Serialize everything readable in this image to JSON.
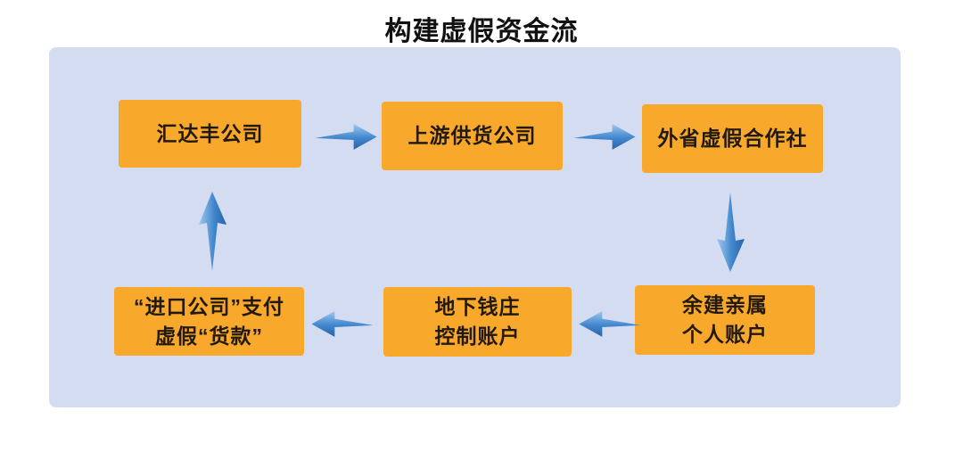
{
  "title": "构建虚假资金流",
  "colors": {
    "page_bg": "#ffffff",
    "panel_bg": "#d3dcf1",
    "node_bg": "#f8a92b",
    "node_text": "#221a10",
    "title_text": "#111111",
    "arrow_light": "#9ec9ee",
    "arrow_mid": "#4186cd",
    "arrow_dark": "#2b62a8"
  },
  "nodes": [
    {
      "id": "huidafeng-company",
      "lines": [
        "汇达丰公司"
      ]
    },
    {
      "id": "upstream-supplier",
      "lines": [
        "上游供货公司"
      ]
    },
    {
      "id": "fake-cooperative",
      "lines": [
        "外省虚假合作社"
      ]
    },
    {
      "id": "import-company-payment",
      "lines": [
        "“进口公司”支付",
        "虚假“货款”"
      ]
    },
    {
      "id": "underground-bank-account",
      "lines": [
        "地下钱庄",
        "控制账户"
      ]
    },
    {
      "id": "relatives-personal-account",
      "lines": [
        "余建亲属",
        "个人账户"
      ]
    }
  ],
  "flow": [
    {
      "from": "汇达丰公司",
      "to": "上游供货公司",
      "direction": "right"
    },
    {
      "from": "上游供货公司",
      "to": "外省虚假合作社",
      "direction": "right"
    },
    {
      "from": "外省虚假合作社",
      "to": "余建亲属 个人账户",
      "direction": "down"
    },
    {
      "from": "余建亲属 个人账户",
      "to": "地下钱庄 控制账户",
      "direction": "left"
    },
    {
      "from": "地下钱庄 控制账户",
      "to": "“进口公司”支付 虚假“货款”",
      "direction": "left"
    },
    {
      "from": "“进口公司”支付 虚假“货款”",
      "to": "汇达丰公司",
      "direction": "up"
    }
  ]
}
